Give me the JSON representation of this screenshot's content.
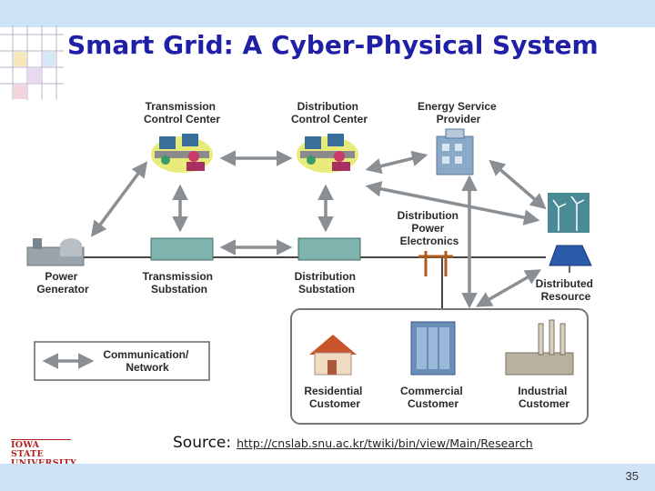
{
  "slide": {
    "title": "Smart Grid: A Cyber-Physical System",
    "source_label": "Source:",
    "source_url": "http://cnslab.snu.ac.kr/twiki/bin/view/Main/Research",
    "page_number": "35",
    "logo_line1": "IOWA STATE",
    "logo_line2": "UNIVERSITY"
  },
  "diagram": {
    "nodes": {
      "transmission_control_center": [
        "Transmission",
        "Control Center"
      ],
      "distribution_control_center": [
        "Distribution",
        "Control Center"
      ],
      "energy_service_provider": [
        "Energy Service",
        "Provider"
      ],
      "distribution_power_electronics": [
        "Distribution",
        "Power",
        "Electronics"
      ],
      "power_generator": [
        "Power",
        "Generator"
      ],
      "transmission_substation": [
        "Transmission",
        "Substation"
      ],
      "distribution_substation": [
        "Distribution",
        "Substation"
      ],
      "distributed_resource": [
        "Distributed",
        "Resource"
      ],
      "residential_customer": [
        "Residential",
        "Customer"
      ],
      "commercial_customer": [
        "Commercial",
        "Customer"
      ],
      "industrial_customer": [
        "Industrial",
        "Customer"
      ]
    },
    "legend": [
      "Communication/",
      "Network"
    ]
  },
  "colors": {
    "title": "#1f1fa8",
    "bars": "#cfe3f7",
    "arrow": "#8a8f94",
    "substation": "#7fb3ad"
  }
}
